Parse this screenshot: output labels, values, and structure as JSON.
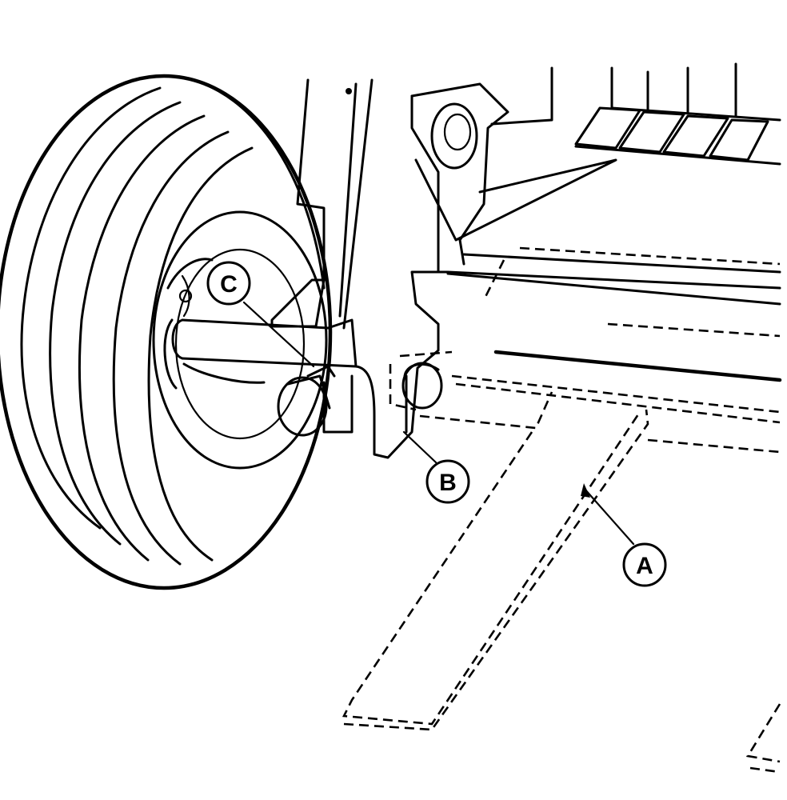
{
  "diagram": {
    "callouts": [
      {
        "id": "A",
        "text": "A"
      },
      {
        "id": "B",
        "text": "B"
      },
      {
        "id": "C",
        "text": "C"
      }
    ]
  }
}
